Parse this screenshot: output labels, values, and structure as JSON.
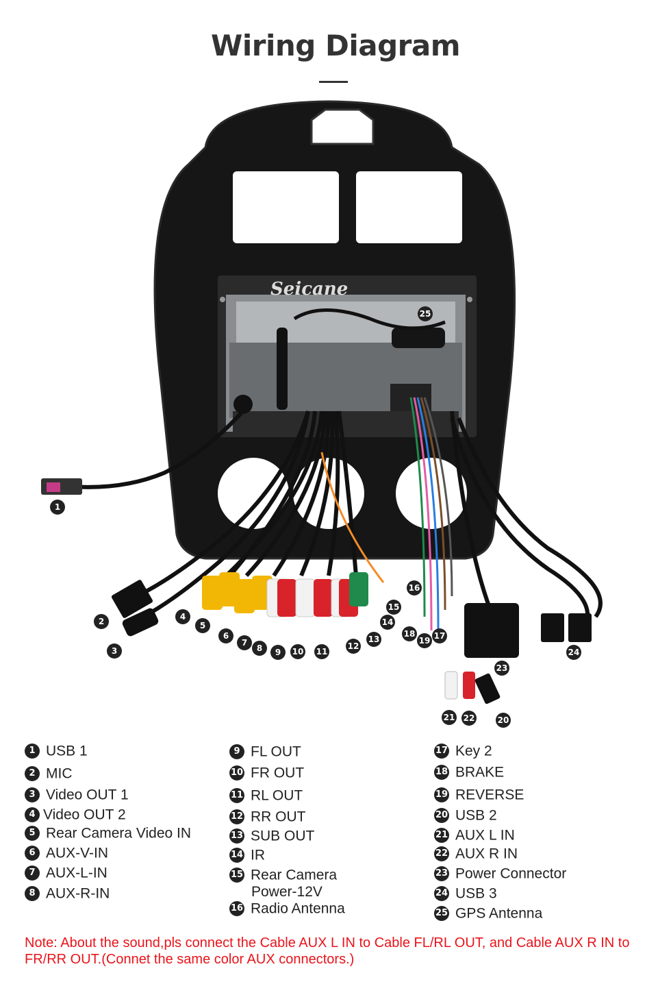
{
  "title": "Wiring Diagram",
  "brand_watermark": "Seicane",
  "legend": [
    {
      "num": "1",
      "label": "USB 1"
    },
    {
      "num": "2",
      "label": "MIC"
    },
    {
      "num": "3",
      "label": "Video OUT 1"
    },
    {
      "num": "4",
      "label": "Video OUT 2"
    },
    {
      "num": "5",
      "label": "Rear Camera Video IN"
    },
    {
      "num": "6",
      "label": "AUX-V-IN"
    },
    {
      "num": "7",
      "label": "AUX-L-IN"
    },
    {
      "num": "8",
      "label": "AUX-R-IN"
    },
    {
      "num": "9",
      "label": "FL OUT"
    },
    {
      "num": "10",
      "label": "FR OUT"
    },
    {
      "num": "11",
      "label": "RL OUT"
    },
    {
      "num": "12",
      "label": "RR OUT"
    },
    {
      "num": "13",
      "label": "SUB OUT"
    },
    {
      "num": "14",
      "label": "IR"
    },
    {
      "num": "15",
      "label": "Rear Camera",
      "label2": "Power-12V"
    },
    {
      "num": "16",
      "label": "Radio Antenna"
    },
    {
      "num": "17",
      "label": "Key 2"
    },
    {
      "num": "18",
      "label": "BRAKE"
    },
    {
      "num": "19",
      "label": "REVERSE"
    },
    {
      "num": "20",
      "label": "USB 2"
    },
    {
      "num": "21",
      "label": "AUX L IN"
    },
    {
      "num": "22",
      "label": "AUX R IN"
    },
    {
      "num": "23",
      "label": "Power Connector"
    },
    {
      "num": "24",
      "label": "USB 3"
    },
    {
      "num": "25",
      "label": "GPS Antenna"
    }
  ],
  "note": "Note: About the sound,pls connect the Cable AUX L IN to Cable FL/RL OUT, and Cable AUX R IN to  FR/RR OUT.(Connet the same color AUX connectors.)",
  "colors": {
    "text": "#333333",
    "note": "#e8141b",
    "panel": "#141414",
    "rca_yellow": "#f2b705",
    "rca_red": "#d8232a",
    "rca_white": "#f2f2f2",
    "rca_green": "#1f8a4c"
  }
}
